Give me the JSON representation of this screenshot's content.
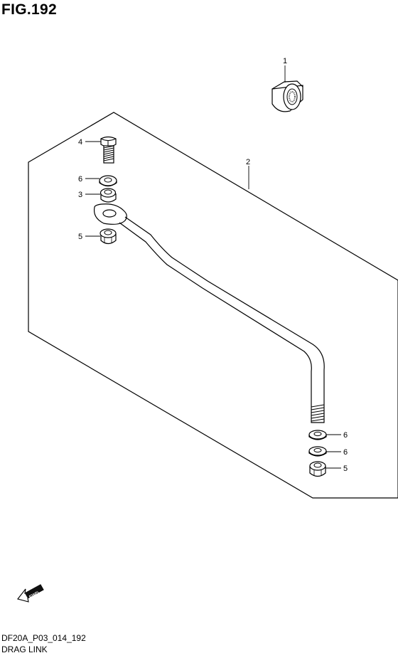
{
  "figure": {
    "title": "FIG.192",
    "code": "DF20A_P03_014_192",
    "caption": "DRAG LINK",
    "fwd_label": "FWD"
  },
  "callouts": [
    "1",
    "2",
    "4",
    "6",
    "3",
    "5",
    "6",
    "6",
    "5"
  ]
}
